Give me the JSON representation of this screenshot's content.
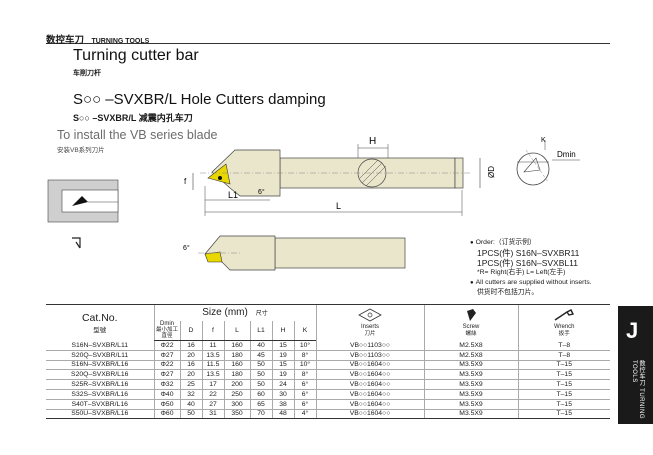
{
  "header": {
    "cn": "数控车刀",
    "en": "TURNING TOOLS"
  },
  "title": {
    "en": "Turning cutter bar",
    "cn": "车削刀杆"
  },
  "subtitle": {
    "en": "S○○ –SVXBR/L Hole Cutters damping",
    "cn": "S○○ –SVXBR/L  减震内孔车刀"
  },
  "blade": {
    "en": "To install the VB series blade",
    "cn": "安装VB系列刀片"
  },
  "diagram_labels": {
    "H": "H",
    "L1": "L1",
    "L": "L",
    "f": "f",
    "angle": "6°",
    "D": "ØD",
    "K": "K",
    "Dmin": "Dmin",
    "angle2": "6°"
  },
  "notes": {
    "order": "Order:（订货示例）",
    "ex1": "1PCS(件) S16N–SVXBR11",
    "ex2": "1PCS(件) S16N–SVXBL11",
    "rl": "*R= Right(右手)  L= Left(左手)",
    "supply_en": "All cutters are supplied without inserts.",
    "supply_cn": "供货时不包括刀片。"
  },
  "side_tab": {
    "letter": "J",
    "cn": "数控车刀",
    "en": "TURNING TOOLS"
  },
  "table": {
    "catno": "Cat.No.",
    "catno_cn": "型號",
    "size": "Size (mm)",
    "size_cn": "尺寸",
    "dmin": "Dmin",
    "dmin_cn": "最小加工直徑",
    "cols": [
      "D",
      "f",
      "L",
      "L1",
      "H",
      "K"
    ],
    "inserts": "Inserts",
    "inserts_cn": "刀片",
    "screw": "Screw",
    "screw_cn": "螺絲",
    "wrench": "Wrench",
    "wrench_cn": "扳手",
    "rows": [
      [
        "S16N–SVXBR/L11",
        "Φ22",
        "16",
        "11",
        "160",
        "40",
        "15",
        "10°",
        "VB○○1103○○",
        "M2.5X8",
        "T–8"
      ],
      [
        "S20Q–SVXBR/L11",
        "Φ27",
        "20",
        "13.5",
        "180",
        "45",
        "19",
        "8°",
        "VB○○1103○○",
        "M2.5X8",
        "T–8"
      ],
      [
        "S16N–SVXBR/L16",
        "Φ22",
        "16",
        "11.5",
        "160",
        "50",
        "15",
        "10°",
        "VB○○1604○○",
        "M3.5X9",
        "T–15"
      ],
      [
        "S20Q–SVXBR/L16",
        "Φ27",
        "20",
        "13.5",
        "180",
        "50",
        "19",
        "8°",
        "VB○○1604○○",
        "M3.5X9",
        "T–15"
      ],
      [
        "S25R–SVXBR/L16",
        "Φ32",
        "25",
        "17",
        "200",
        "50",
        "24",
        "6°",
        "VB○○1604○○",
        "M3.5X9",
        "T–15"
      ],
      [
        "S32S–SVXBR/L16",
        "Φ40",
        "32",
        "22",
        "250",
        "60",
        "30",
        "6°",
        "VB○○1604○○",
        "M3.5X9",
        "T–15"
      ],
      [
        "S40T–SVXBR/L16",
        "Φ50",
        "40",
        "27",
        "300",
        "65",
        "38",
        "6°",
        "VB○○1604○○",
        "M3.5X9",
        "T–15"
      ],
      [
        "S50U–SVXBR/L16",
        "Φ60",
        "50",
        "31",
        "350",
        "70",
        "48",
        "4°",
        "VB○○1604○○",
        "M3.5X9",
        "T–15"
      ]
    ]
  }
}
